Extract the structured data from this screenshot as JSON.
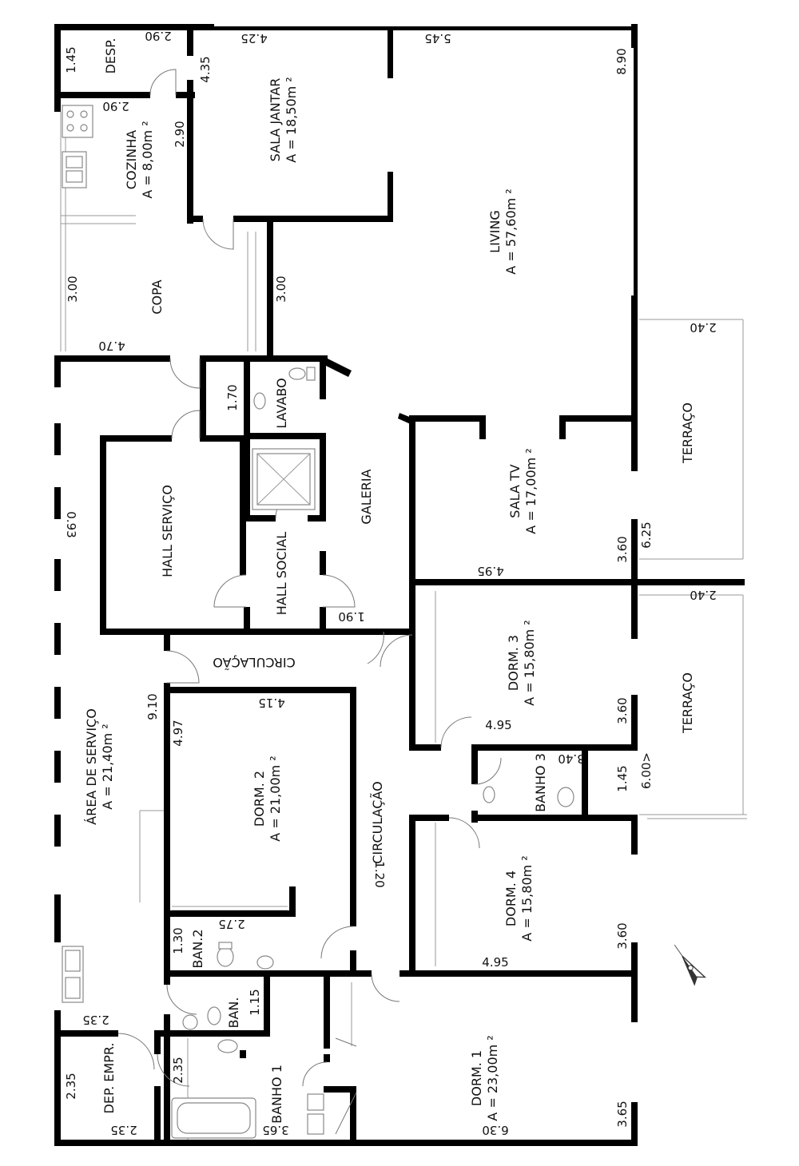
{
  "rooms": {
    "desp": {
      "name": "DESP."
    },
    "cozinha": {
      "name": "COZINHA",
      "area": "A = 8,00m ²"
    },
    "sala_jantar": {
      "name": "SALA JANTAR",
      "area": "A = 18,50m ²"
    },
    "living": {
      "name": "LIVING",
      "area": "A = 57,60m ²"
    },
    "copa": {
      "name": "COPA"
    },
    "lavabo": {
      "name": "LAVABO"
    },
    "terraco_1": {
      "name": "TERRAÇO"
    },
    "galeria": {
      "name": "GALERIA"
    },
    "hall_servico": {
      "name": "HALL SERVIÇO"
    },
    "hall_social": {
      "name": "HALL SOCIAL"
    },
    "sala_tv": {
      "name": "SALA TV",
      "area": "A = 17,00m ²"
    },
    "circulacao_1": {
      "name": "CIRCULAÇÃO"
    },
    "dorm3": {
      "name": "DORM. 3",
      "area": "A = 15,80m ²"
    },
    "terraco_2": {
      "name": "TERRAÇO"
    },
    "area_servico": {
      "name": "ÁREA DE SERVIÇO",
      "area": "A = 21,40m ²"
    },
    "dorm2": {
      "name": "DORM. 2",
      "area": "A = 21,00m ²"
    },
    "circulacao_2": {
      "name": "CIRCULAÇÃO"
    },
    "banho3": {
      "name": "BANHO 3"
    },
    "dorm4": {
      "name": "DORM. 4",
      "area": "A = 15,80m ²"
    },
    "ban2": {
      "name": "BAN.2"
    },
    "ban": {
      "name": "BAN."
    },
    "dep_empr": {
      "name": "DEP. EMPR."
    },
    "banho1": {
      "name": "BANHO 1"
    },
    "dorm1": {
      "name": "DORM. 1",
      "area": "A = 23,00m ²"
    }
  },
  "dimensions": {
    "d_290_top": "2.90",
    "d_145_desp": "1.45",
    "d_425": "4.25",
    "d_545": "5.45",
    "d_890": "8.90",
    "d_435": "4.35",
    "d_290_coz": "2.90",
    "d_290_coz_v": "2.90",
    "d_300_copa": "3.00",
    "d_300_mid": "3.00",
    "d_470": "4.70",
    "d_240_top": "2.40",
    "d_170": "1.70",
    "d_093": "0.93",
    "d_625": "6.25",
    "d_360_tv": "3.60",
    "d_495_tv": "4.95",
    "d_240_mid": "2.40",
    "d_190": "1.90",
    "d_910": "9.10",
    "d_415": "4.15",
    "d_497": "4.97",
    "d_360_d3": "3.60",
    "d_495_d3": "4.95",
    "d_340": "3.40",
    "d_145_b3": "1.45",
    "d_600": "6.00>",
    "d_120": "1.20",
    "d_360_d4": "3.60",
    "d_495_d4": "4.95",
    "d_275": "2.75",
    "d_130": "1.30",
    "d_115": "1.15",
    "d_235_a": "2.35",
    "d_235_b": "2.35",
    "d_235_c": "2.35",
    "d_235_d": "2.35",
    "d_365_b1": "3.65",
    "d_630": "6.30",
    "d_365_d1": "3.65"
  },
  "icons": {
    "north_arrow": "north-arrow-icon",
    "elevator": "elevator-shaft-icon"
  },
  "colors": {
    "wall": "#000000",
    "background": "#ffffff",
    "line": "#999999"
  }
}
